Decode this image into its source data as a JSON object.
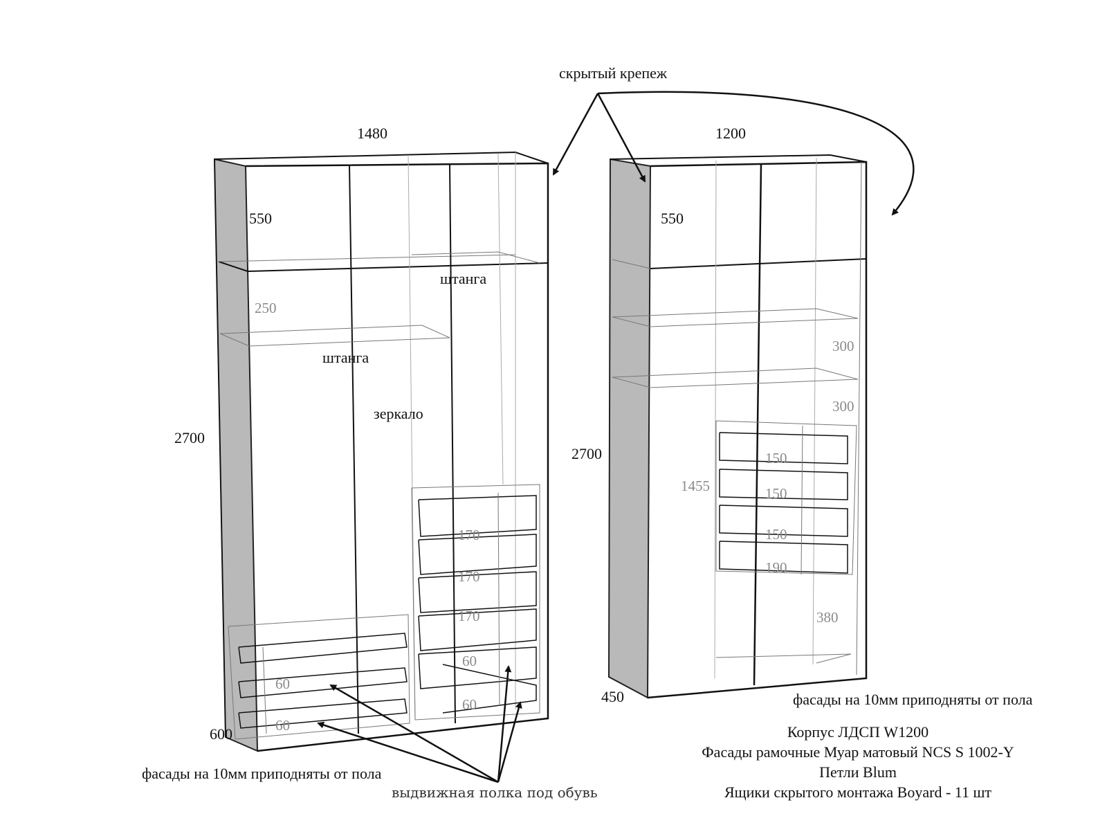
{
  "annotations": {
    "hidden_fastener": "скрытый крепеж",
    "rod": "штанга",
    "mirror": "зеркало",
    "facades_raised": "фасады на 10мм приподняты от пола",
    "shoe_shelf": "выдвижная полка под обувь"
  },
  "left_cabinet": {
    "width": "1480",
    "height": "2700",
    "depth": "600",
    "top_section": "550",
    "shelf_gap": "250",
    "drawers": [
      "170",
      "170",
      "170"
    ],
    "shoe_shelves_left": [
      "60",
      "60"
    ],
    "shoe_shelves_right": [
      "60",
      "60"
    ]
  },
  "right_cabinet": {
    "width": "1200",
    "height": "2700",
    "depth": "450",
    "top_section": "550",
    "shelves": [
      "300",
      "300"
    ],
    "drawer_block": "1455",
    "drawers": [
      "150",
      "150",
      "150",
      "190"
    ],
    "bottom": "380"
  },
  "specs": [
    "Корпус ЛДСП W1200",
    "Фасады рамочные Муар матовый NCS S 1002-Y",
    "Петли Blum",
    "Ящики скрытого монтажа Boyard - 11 шт"
  ]
}
